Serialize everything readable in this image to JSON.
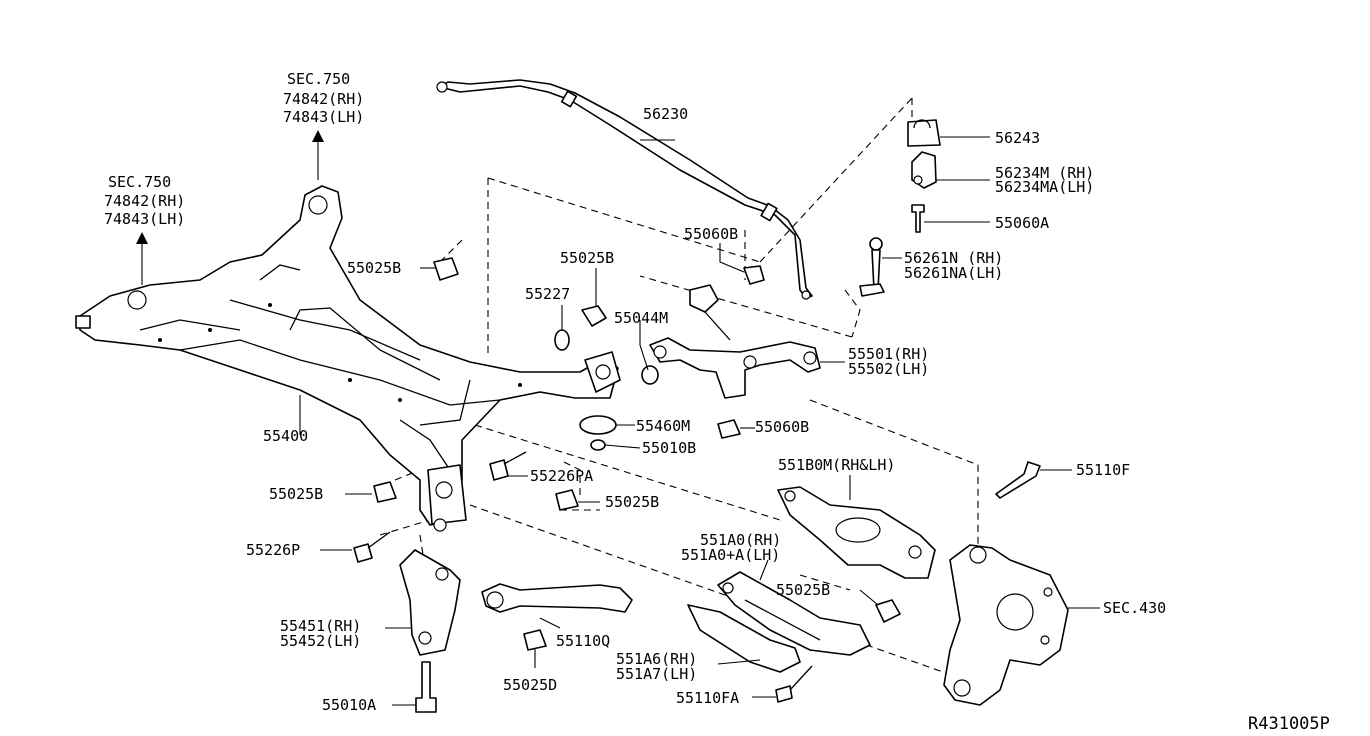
{
  "diagram": {
    "drawing_code": "R431005P",
    "sec750_left": {
      "sec": "SEC.750",
      "rh": "74842(RH)",
      "lh": "74843(LH)"
    },
    "sec750_top": {
      "sec": "SEC.750",
      "rh": "74842(RH)",
      "lh": "74843(LH)"
    },
    "stabilizer_bar": "56230",
    "stab_bushing": "56243",
    "stab_clamp_rh": "56234M (RH)",
    "stab_clamp_lh": "56234MA(LH)",
    "bolt_55060A": "55060A",
    "link_rh": "56261N (RH)",
    "link_lh": "56261NA(LH)",
    "nut_55060B_top": "55060B",
    "nut_55025B_top_left": "55025B",
    "nut_55025B_top_mid": "55025B",
    "washer_55227": "55227",
    "washer_55044M": "55044M",
    "upper_arm_rh": "55501(RH)",
    "upper_arm_lh": "55502(LH)",
    "stopper_55460M": "55460M",
    "nut_55060B_lower": "55060B",
    "washer_55010B": "55010B",
    "member_55400": "55400",
    "bolt_55226PA": "55226PA",
    "nut_55025B_mid": "55025B",
    "nut_55025B_left": "55025B",
    "bolt_55226P": "55226P",
    "lower_link": "551B0M(RH&LH)",
    "bolt_55110F": "55110F",
    "arm_rh": "551A0(RH)",
    "arm_lh": "551A0+A(LH)",
    "nut_55025B_arm": "55025B",
    "knuckle": "SEC.430",
    "bracket_rh": "55451(RH)",
    "bracket_lh": "55452(LH)",
    "rod_55110Q": "55110Q",
    "nut_55025D": "55025D",
    "cover_rh": "551A6(RH)",
    "cover_lh": "551A7(LH)",
    "bolt_55110FA": "55110FA",
    "bolt_55010A": "55010A"
  }
}
